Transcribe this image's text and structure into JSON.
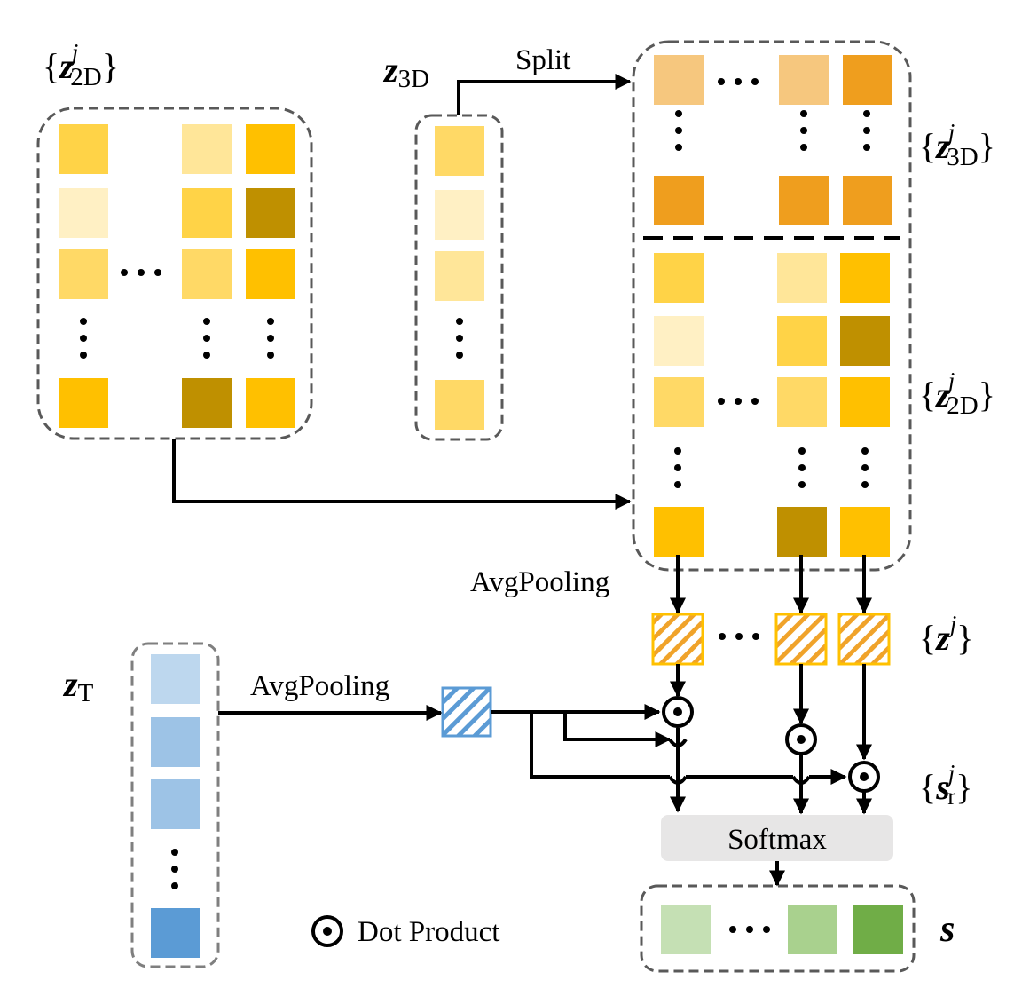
{
  "labels": {
    "z2d_set_left": {
      "open": "{",
      "var": "z",
      "sup": "j",
      "sub": "2D",
      "close": "}"
    },
    "z3d": {
      "var": "z",
      "sub": "3D"
    },
    "split": "Split",
    "z3d_set": {
      "open": "{",
      "var": "z",
      "sup": "j",
      "sub": "3D",
      "close": "}"
    },
    "z2d_set_right": {
      "open": "{",
      "var": "z",
      "sup": "j",
      "sub": "2D",
      "close": "}"
    },
    "avgpool_top": "AvgPooling",
    "zj_set": {
      "open": "{",
      "var": "z",
      "sup": "j",
      "close": "}"
    },
    "zt": {
      "var": "z",
      "sub": "T"
    },
    "avgpool_text": "AvgPooling",
    "sr_set": {
      "open": "{",
      "var": "s",
      "sup": "j",
      "sub": "r",
      "close": "}"
    },
    "softmax": "Softmax",
    "s": "s",
    "legend_dot_product": "Dot Product"
  },
  "colors": {
    "yellow_light": "#FFF0C4",
    "yellow_pale": "#FFE699",
    "yellow_mid": "#FFD966",
    "yellow_med": "#FFD347",
    "yellow_strong": "#FFC000",
    "yellow_dark": "#BF9000",
    "orange_light": "#F6C77E",
    "orange": "#EF9E1E",
    "blue_1": "#BDD7EE",
    "blue_2": "#9DC3E6",
    "blue_3": "#5B9BD5",
    "green_1": "#C5E0B4",
    "green_2": "#A9D18E",
    "green_3": "#70AD47",
    "softmax_bg": "#E7E6E6",
    "dash": "#595959"
  },
  "z2d_left_grid": [
    [
      "yellow_med",
      "yellow_pale",
      "yellow_strong"
    ],
    [
      "yellow_light",
      "yellow_med",
      "yellow_dark"
    ],
    [
      "yellow_mid",
      "yellow_mid",
      "yellow_strong"
    ],
    [
      "yellow_strong",
      "yellow_dark",
      "yellow_strong"
    ]
  ],
  "z3d_column": [
    "yellow_mid",
    "yellow_light",
    "yellow_pale",
    "yellow_mid"
  ],
  "z3d_split_grid": [
    [
      "orange_light",
      "orange_light",
      "orange"
    ],
    [
      "orange",
      "orange",
      "orange"
    ]
  ],
  "z2d_right_grid": [
    [
      "yellow_med",
      "yellow_pale",
      "yellow_strong"
    ],
    [
      "yellow_light",
      "yellow_med",
      "yellow_dark"
    ],
    [
      "yellow_mid",
      "yellow_mid",
      "yellow_strong"
    ],
    [
      "yellow_strong",
      "yellow_dark",
      "yellow_strong"
    ]
  ],
  "zt_column": [
    "blue_1",
    "blue_2",
    "blue_2",
    "blue_3"
  ],
  "s_row": [
    "green_1",
    "green_2",
    "green_3"
  ]
}
